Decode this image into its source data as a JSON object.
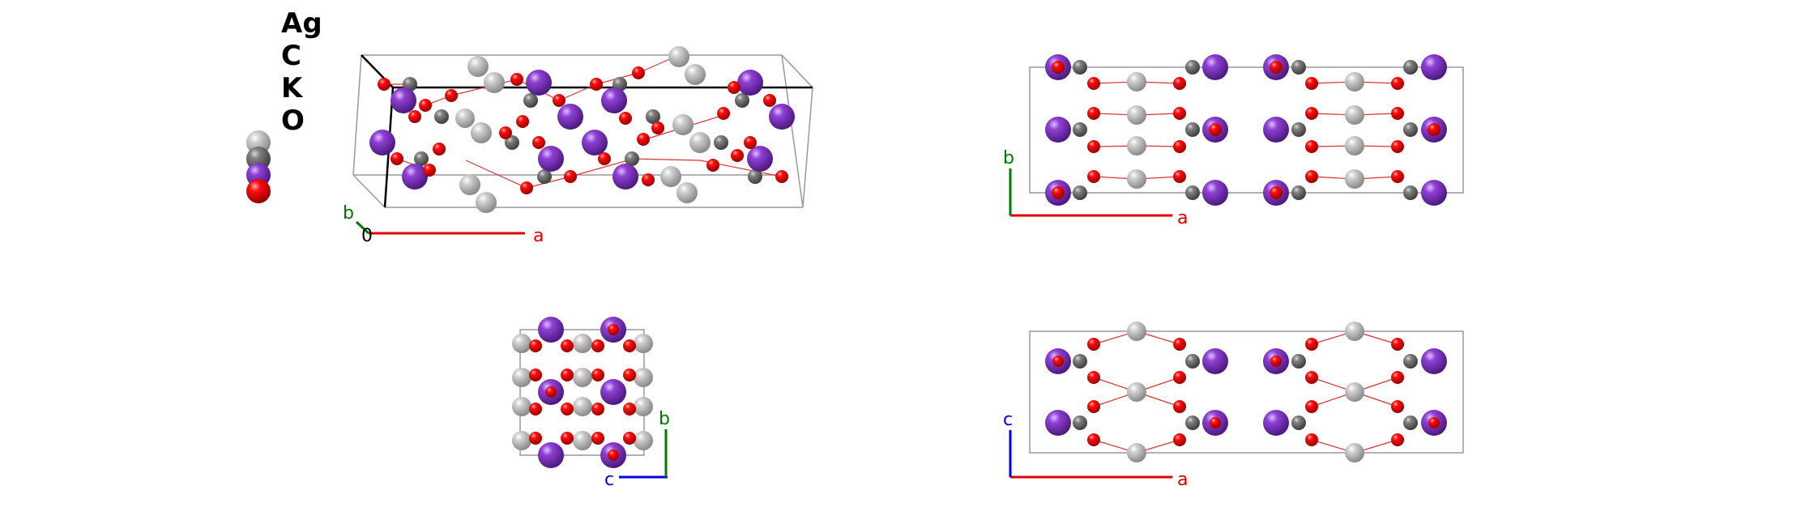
{
  "legend": {
    "elements": [
      "Ag",
      "C",
      "K",
      "O"
    ],
    "colors": {
      "Ag": "#bdbdbd",
      "C": "#808080",
      "K": "#8f40d4",
      "O": "#ff0d0d"
    }
  },
  "axes": {
    "a": "a",
    "b": "b",
    "c": "c",
    "origin": "0",
    "colors": {
      "a": "#e00000",
      "b": "#007a00",
      "c": "#0000e0",
      "origin": "#000000"
    }
  },
  "views": [
    {
      "id": "perspective",
      "axes": [
        "a",
        "b"
      ]
    },
    {
      "id": "c-axis-view",
      "axes": [
        "a",
        "b"
      ]
    },
    {
      "id": "a-axis-view",
      "axes": [
        "c",
        "b"
      ]
    },
    {
      "id": "b-axis-view",
      "axes": [
        "a",
        "c"
      ]
    }
  ]
}
